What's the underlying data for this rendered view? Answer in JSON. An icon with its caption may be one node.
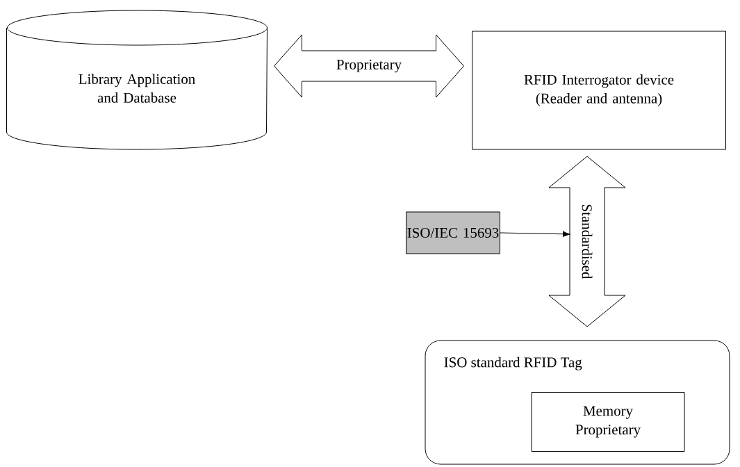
{
  "diagram": {
    "nodes": [
      {
        "text": [
          "Library Application and Database"
        ]
      },
      {
        "text": [
          "RFID Interrogator device (Reader and antenna)"
        ]
      },
      {
        "text": [
          "ISO/IEC 15693"
        ]
      },
      {
        "text": [
          "ISO standard RFID Tag"
        ]
      },
      {
        "text": [
          "Memory Proprietary"
        ],
        "in": 3
      }
    ],
    "edges": [
      {
        "from": 0,
        "to": 1,
        "arrow": "both",
        "label": "Proprietary"
      },
      {
        "from": 1,
        "to": 3,
        "arrow": "both",
        "label": "Standardised"
      },
      {
        "from": 2,
        "to": null,
        "arrow": "to"
      }
    ]
  }
}
